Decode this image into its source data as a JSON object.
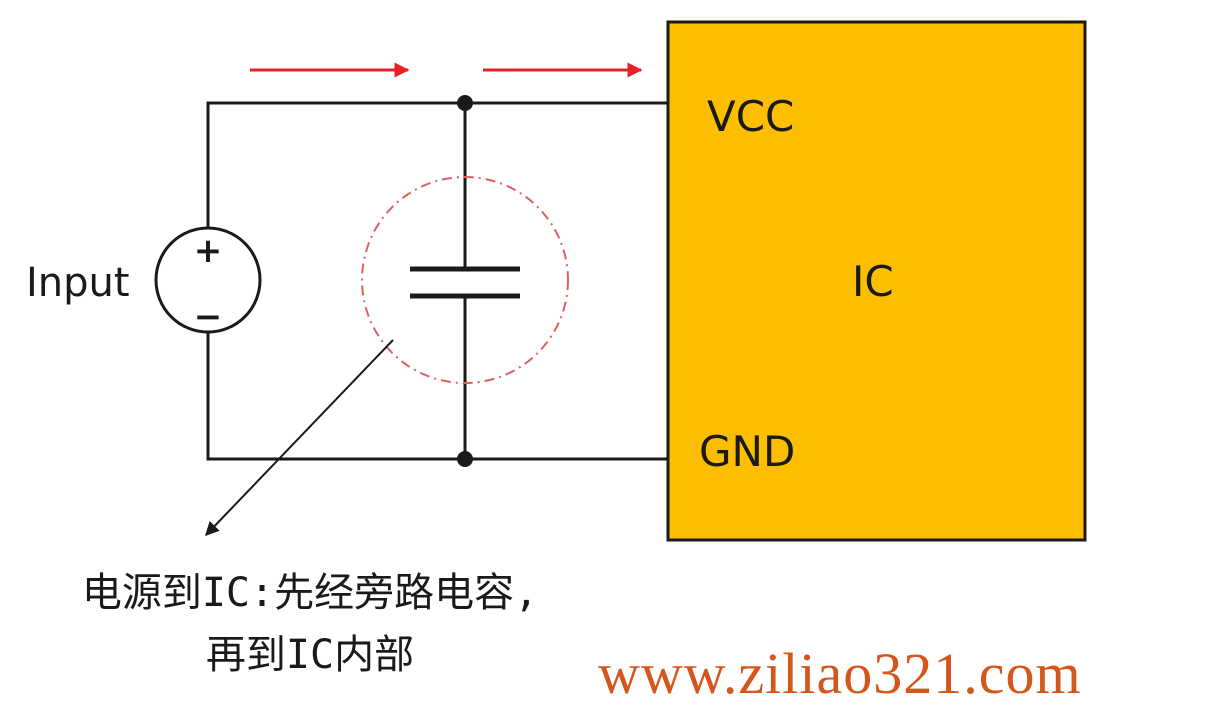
{
  "source_label": "Input",
  "source_plus": "+",
  "source_minus": "−",
  "ic": {
    "name": "IC",
    "pin_vcc": "VCC",
    "pin_gnd": "GND"
  },
  "note": {
    "line1": "电源到IC:先经旁路电容,",
    "line2": "再到IC内部"
  },
  "watermark": "www.ziliao321.com",
  "colors": {
    "ic_fill": "#FDBE00",
    "flow_arrow": "#E8202A",
    "highlight_circle": "#E06060",
    "watermark": "#D4561A"
  }
}
